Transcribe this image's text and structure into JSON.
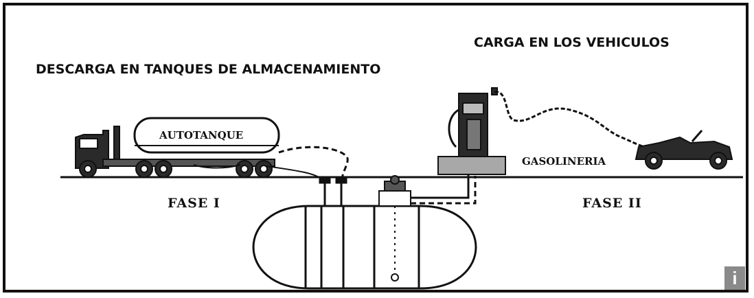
{
  "headings": {
    "discharge": "DESCARGA EN TANQUES DE ALMACENAMIENTO",
    "loading": "CARGA EN LOS VEHICULOS"
  },
  "labels": {
    "tanker": "AUTOTANQUE",
    "station": "GASOLINERIA",
    "phase_1": "FASE I",
    "phase_2": "FASE II"
  },
  "info_button": {
    "label": "i",
    "icon": "info-icon"
  },
  "colors": {
    "ink": "#111111",
    "station_base": "#a8a8a8",
    "info_bg": "#8a8a8a"
  }
}
